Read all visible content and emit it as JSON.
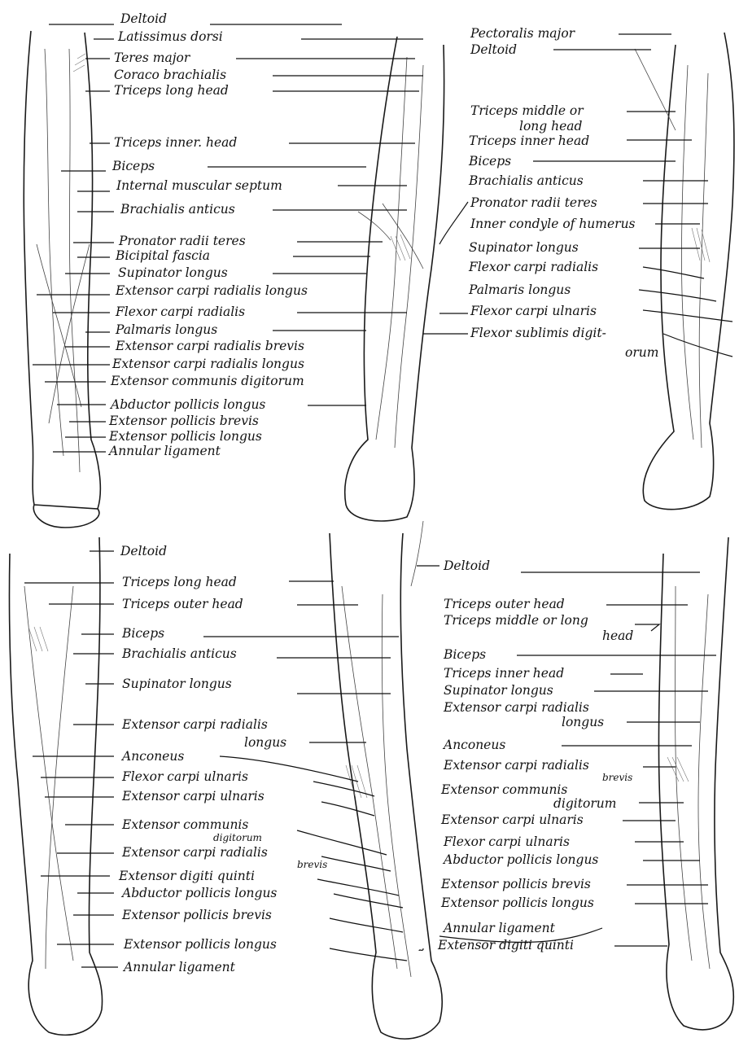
{
  "figures": [
    {
      "id": "upper-left",
      "labels": [
        "Deltoid",
        "Latissimus dorsi",
        "Teres major",
        "Coraco brachialis",
        "Triceps long head",
        "Triceps inner. head",
        "Biceps",
        "Internal muscular septum",
        "Brachialis anticus",
        "Pronator radii teres",
        "Bicipital fascia",
        "Supinator longus",
        "Extensor carpi radialis longus",
        "Flexor carpi radialis",
        "Palmaris longus",
        "Extensor carpi radialis brevis",
        "Extensor carpi radialis longus",
        "Extensor communis digitorum",
        "Abductor pollicis longus",
        "Extensor pollicis brevis",
        "Extensor pollicis longus",
        "Annular ligament"
      ]
    },
    {
      "id": "upper-right",
      "labels": [
        "Pectoralis major",
        "Deltoid",
        "Triceps middle or",
        "long head",
        "Triceps inner head",
        "Biceps",
        "Brachialis anticus",
        "Pronator radii teres",
        "Inner condyle of humerus",
        "Supinator longus",
        "Flexor carpi radialis",
        "Palmaris longus",
        "Flexor carpi ulnaris",
        "Flexor sublimis digit-",
        "orum"
      ]
    },
    {
      "id": "lower-left",
      "labels": [
        "Deltoid",
        "Triceps long head",
        "Triceps outer head",
        "Biceps",
        "Brachialis anticus",
        "Supinator longus",
        "Extensor carpi radialis",
        "longus",
        "Anconeus",
        "Flexor carpi ulnaris",
        "Extensor carpi ulnaris",
        "Extensor communis",
        "digitorum",
        "Extensor carpi radialis",
        "brevis",
        "Extensor digiti quinti",
        "Abductor pollicis longus",
        "Extensor pollicis brevis",
        "Extensor pollicis longus",
        "Annular ligament"
      ]
    },
    {
      "id": "lower-right",
      "labels": [
        "Deltoid",
        "Triceps outer head",
        "Triceps middle or long",
        "head",
        "Biceps",
        "Triceps inner head",
        "Supinator longus",
        "Extensor carpi radialis",
        "longus",
        "Anconeus",
        "Extensor carpi radialis",
        "brevis",
        "Extensor communis",
        "digitorum",
        "Extensor carpi ulnaris",
        "Flexor carpi ulnaris",
        "Abductor pollicis longus",
        "Extensor pollicis brevis",
        "Extensor pollicis longus",
        "Annular ligament",
        "Extensor digiti quinti"
      ]
    }
  ]
}
